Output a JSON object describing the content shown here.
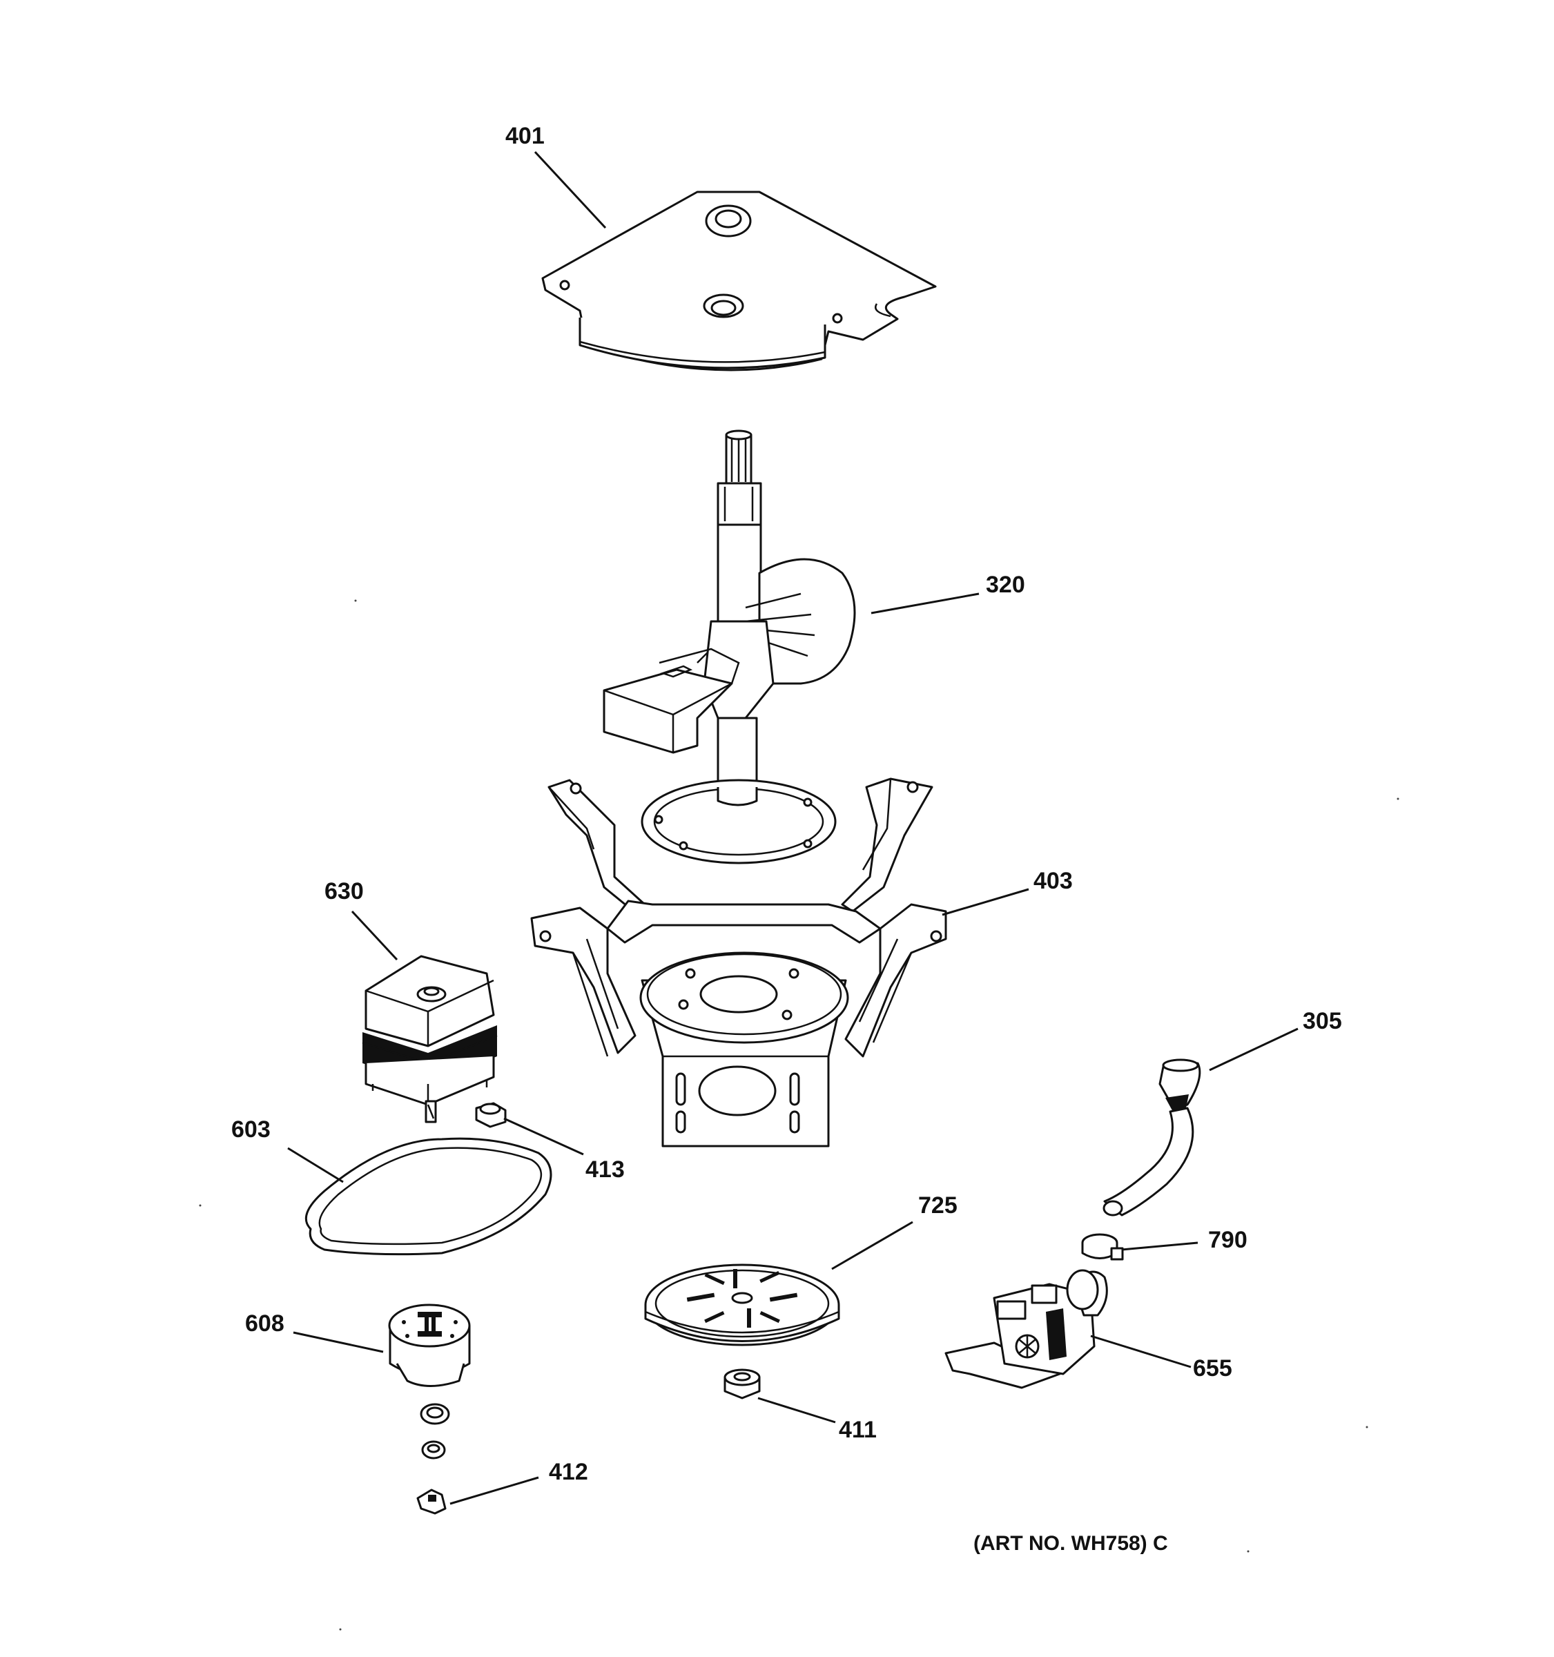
{
  "diagram": {
    "callouts": [
      {
        "id": "c401",
        "label": "401"
      },
      {
        "id": "c320",
        "label": "320"
      },
      {
        "id": "c403",
        "label": "403"
      },
      {
        "id": "c630",
        "label": "630"
      },
      {
        "id": "c305",
        "label": "305"
      },
      {
        "id": "c603",
        "label": "603"
      },
      {
        "id": "c413",
        "label": "413"
      },
      {
        "id": "c725",
        "label": "725"
      },
      {
        "id": "c790",
        "label": "790"
      },
      {
        "id": "c608",
        "label": "608"
      },
      {
        "id": "c655",
        "label": "655"
      },
      {
        "id": "c411",
        "label": "411"
      },
      {
        "id": "c412",
        "label": "412"
      }
    ],
    "art_number": "(ART NO. WH758) C"
  }
}
